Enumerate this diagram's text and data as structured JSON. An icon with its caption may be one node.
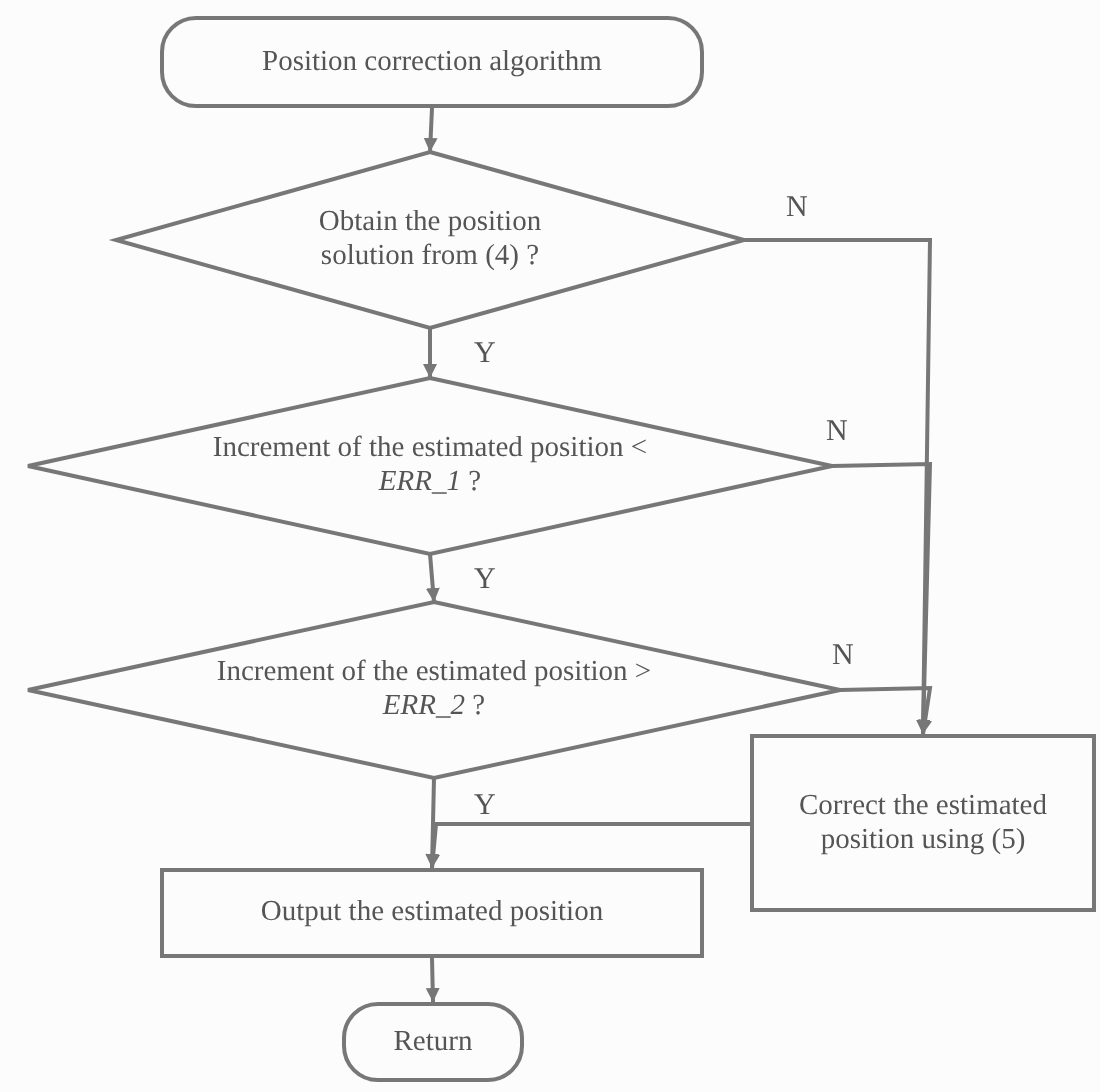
{
  "diagram": {
    "nodes": [
      {
        "text": [
          "Position correction algorithm"
        ]
      },
      {
        "text": [
          "Obtain the position solution from (4) ?"
        ]
      },
      {
        "text": [
          "Increment of the estimated position < *ERR_1* ?"
        ]
      },
      {
        "text": [
          "Increment of the estimated position > *ERR_2* ?"
        ]
      },
      {
        "text": [
          "Correct the estimated position using (5)"
        ]
      },
      {
        "text": [
          "Output the estimated position"
        ]
      },
      {
        "text": [
          "Return"
        ]
      }
    ],
    "edges": [
      {
        "from": 0,
        "to": 1,
        "arrow": "to"
      },
      {
        "from": 1,
        "to": 2,
        "arrow": "to",
        "label": "Y"
      },
      {
        "from": 2,
        "to": 3,
        "arrow": "to",
        "label": "Y"
      },
      {
        "from": 3,
        "to": 5,
        "arrow": "to",
        "label": "Y"
      },
      {
        "from": 4,
        "to": 5,
        "arrow": "to"
      },
      {
        "from": 1,
        "to": 4,
        "arrow": "to",
        "label": "N"
      },
      {
        "from": 2,
        "to": 4,
        "arrow": "to",
        "label": "N"
      },
      {
        "from": 3,
        "to": 4,
        "arrow": "to",
        "label": "N"
      },
      {
        "from": 5,
        "to": 6,
        "arrow": "to"
      }
    ]
  }
}
